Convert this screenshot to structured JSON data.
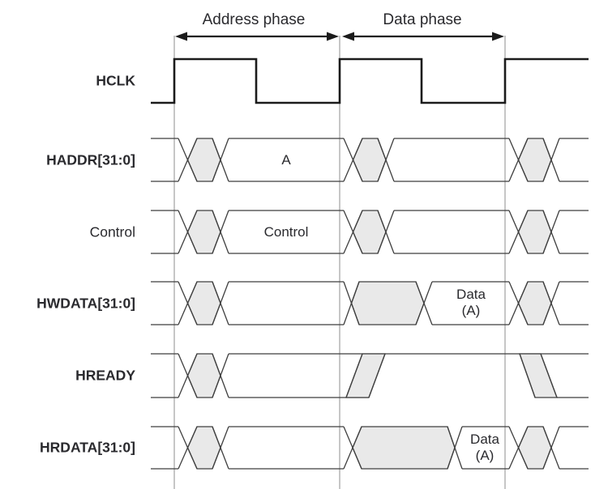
{
  "phases": [
    {
      "label": "Address phase"
    },
    {
      "label": "Data phase"
    }
  ],
  "signals": [
    {
      "label": "HCLK"
    },
    {
      "label": "HADDR[31:0]",
      "value": "A"
    },
    {
      "label": "Control",
      "value": "Control"
    },
    {
      "label": "HWDATA[31:0]",
      "value_line1": "Data",
      "value_line2": "(A)"
    },
    {
      "label": "HREADY"
    },
    {
      "label": "HRDATA[31:0]",
      "value_line1": "Data",
      "value_line2": "(A)"
    }
  ],
  "colors": {
    "background": "#ffffff",
    "clock_line": "#1b1b1b",
    "waveform_line": "#3f3f3f",
    "grid_line": "#8c8c8c",
    "hexagon_fill": "#e9e9e9",
    "text": "#2a2a2e"
  }
}
